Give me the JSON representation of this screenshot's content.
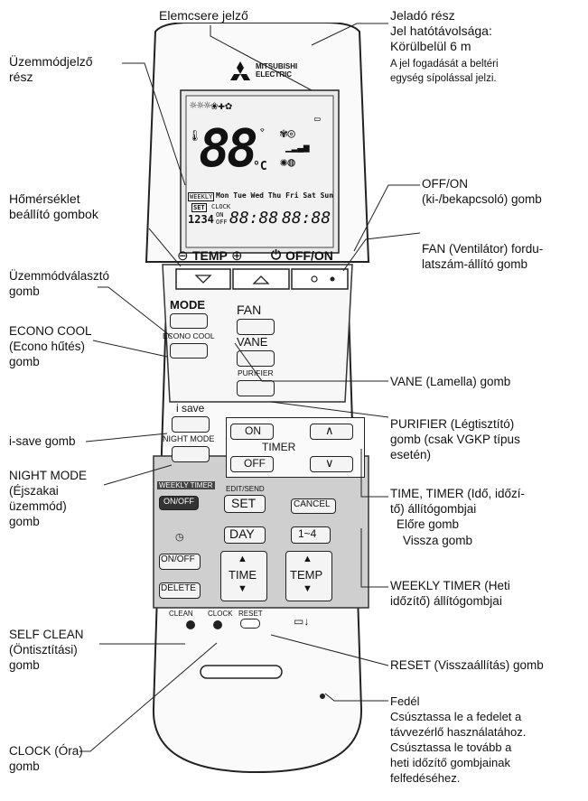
{
  "brand": {
    "name_line1": "MITSUBISHI",
    "name_line2": "ELECTRIC"
  },
  "lcd": {
    "temp": "88",
    "unit": "°C",
    "days": "Mon Tue Wed Thu Fri Sat Sun",
    "weekly": "WEEKLY",
    "set": "SET",
    "clock": "CLOCK",
    "on": "ON",
    "off": "OFF",
    "numbers": "1234",
    "time1": "88:88",
    "time2": "88:88"
  },
  "remote": {
    "temp_label": "TEMP",
    "offon_label": "OFF/ON",
    "mode": "MODE",
    "econo": "ECONO COOL",
    "fan": "FAN",
    "vane": "VANE",
    "purifier": "PURIFIER",
    "isave": "i save",
    "night": "NIGHT MODE",
    "timer": "TIMER",
    "timer_on": "ON",
    "timer_off": "OFF",
    "weekly_timer": "WEEKLY TIMER",
    "weekly_onoff": "ON/OFF",
    "edit_send": "EDIT/SEND",
    "set": "SET",
    "cancel": "CANCEL",
    "day": "DAY",
    "range": "1~4",
    "onoff": "ON/OFF",
    "delete": "DELETE",
    "time": "TIME",
    "temp": "TEMP",
    "clean": "CLEAN",
    "clock": "CLOCK",
    "reset": "RESET"
  },
  "labels": {
    "elemcsere": "Elemcsere jelző",
    "jelado": [
      "Jeladó rész",
      "Jel hatótávolsága:",
      "Körülbelül 6 m"
    ],
    "jelado_note": [
      "A jel fogadását a beltéri",
      "egység sípolással jelzi."
    ],
    "uzemmod_jelzo": [
      "Üzemmódjelző",
      "rész"
    ],
    "homerseklet": [
      "Hőmérséklet",
      "beállító gombok"
    ],
    "offon": [
      "OFF/ON",
      "(ki-/bekapcsoló) gomb"
    ],
    "fan": [
      "FAN (Ventilátor) fordu-",
      "latszám-állító gomb"
    ],
    "uzemmod_valaszto": [
      "Üzemmódválasztó",
      "gomb"
    ],
    "econo": [
      "ECONO COOL",
      "(Econo hűtés)",
      "gomb"
    ],
    "vane": "VANE (Lamella) gomb",
    "isave": "i-save gomb",
    "purifier": [
      "PURIFIER (Légtisztító)",
      "gomb (csak VGKP típus",
      "esetén)"
    ],
    "night": [
      "NIGHT MODE",
      "(Éjszakai",
      "üzemmód)",
      "gomb"
    ],
    "time_timer": [
      "TIME, TIMER (Idő, időzí-",
      "tő) állítógombjai"
    ],
    "elore": "Előre gomb",
    "vissza": "Vissza gomb",
    "weekly": [
      "WEEKLY TIMER (Heti",
      "időzítő) állítógombjai"
    ],
    "self_clean": [
      "SELF CLEAN",
      "(Öntisztítási)",
      "gomb"
    ],
    "reset": "RESET (Visszaállítás) gomb",
    "clock": [
      "CLOCK (Óra)",
      "gomb"
    ],
    "fedel": [
      "Fedél",
      "Csúsztassa le a fedelet a",
      "távvezérlő használatához.",
      "Csúsztassa le tovább a",
      "heti időzítő gombjainak",
      "felfedéséhez."
    ]
  }
}
